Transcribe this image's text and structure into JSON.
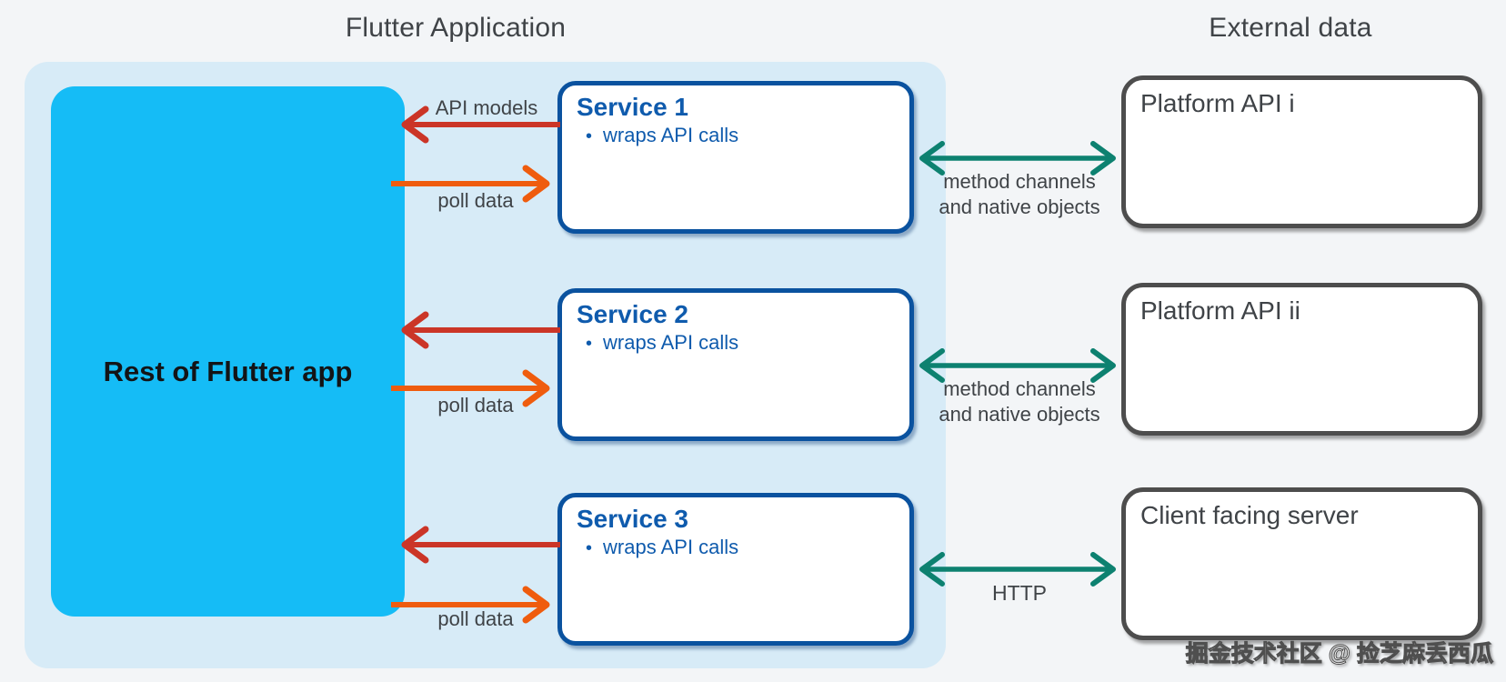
{
  "page": {
    "left_title": "Flutter Application",
    "right_title": "External data",
    "watermark": "掘金技术社区 @ 捡芝麻丢西瓜"
  },
  "app_box": {
    "label": "Rest of Flutter app"
  },
  "rows": [
    {
      "service_title": "Service 1",
      "service_bullet": "wraps API calls",
      "to_app_label": "API models",
      "from_app_label": "poll data",
      "link_label_line1": "method channels",
      "link_label_line2": "and native objects",
      "external_title": "Platform API i"
    },
    {
      "service_title": "Service 2",
      "service_bullet": "wraps API calls",
      "from_app_label": "poll data",
      "link_label_line1": "method channels",
      "link_label_line2": "and native objects",
      "external_title": "Platform API ii"
    },
    {
      "service_title": "Service 3",
      "service_bullet": "wraps API calls",
      "from_app_label": "poll data",
      "link_label_line1": "HTTP",
      "external_title": "Client facing server"
    }
  ],
  "colors": {
    "page_bg": "#f3f5f7",
    "container_bg": "#d7ebf7",
    "app_box_bg": "#15bcf6",
    "app_box_text": "#131416",
    "service_border": "#0a529f",
    "service_text": "#0f5bad",
    "external_border": "#4d4d4d",
    "label_text": "#3f4347",
    "arrow_red": "#cb3527",
    "arrow_orange": "#ef5c0e",
    "arrow_teal": "#0d8170"
  }
}
